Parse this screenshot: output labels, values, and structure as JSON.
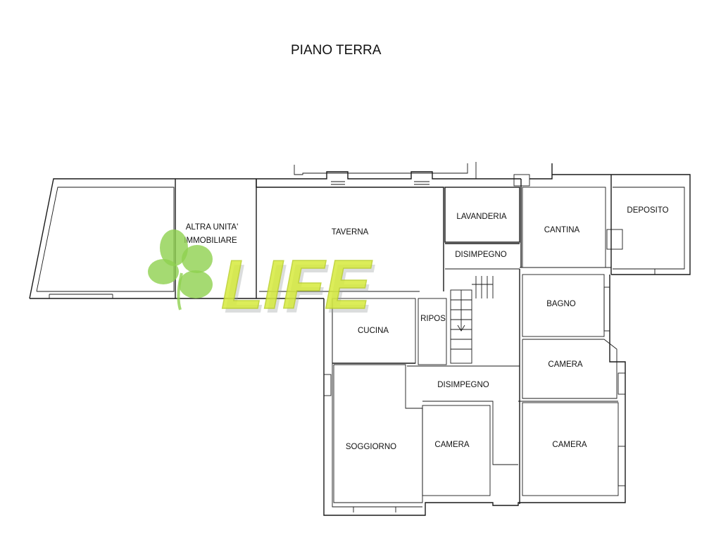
{
  "title": "PIANO TERRA",
  "rooms": {
    "altra_unita_line1": "ALTRA UNITA'",
    "altra_unita_line2": "IMMOBILIARE",
    "taverna": "TAVERNA",
    "lavanderia": "LAVANDERIA",
    "cantina": "CANTINA",
    "deposito": "DEPOSITO",
    "disimpegno_upper": "DISIMPEGNO",
    "bagno": "BAGNO",
    "cucina": "CUCINA",
    "ripos": "RIPOS",
    "camera_right_upper": "CAMERA",
    "disimpegno_lower": "DISIMPEGNO",
    "soggiorno": "SOGGIORNO",
    "camera_center": "CAMERA",
    "camera_right_lower": "CAMERA"
  },
  "watermark": {
    "brand": "LIFE",
    "color": "#d6ea3d",
    "logo": "four-leaf-clover-icon"
  }
}
